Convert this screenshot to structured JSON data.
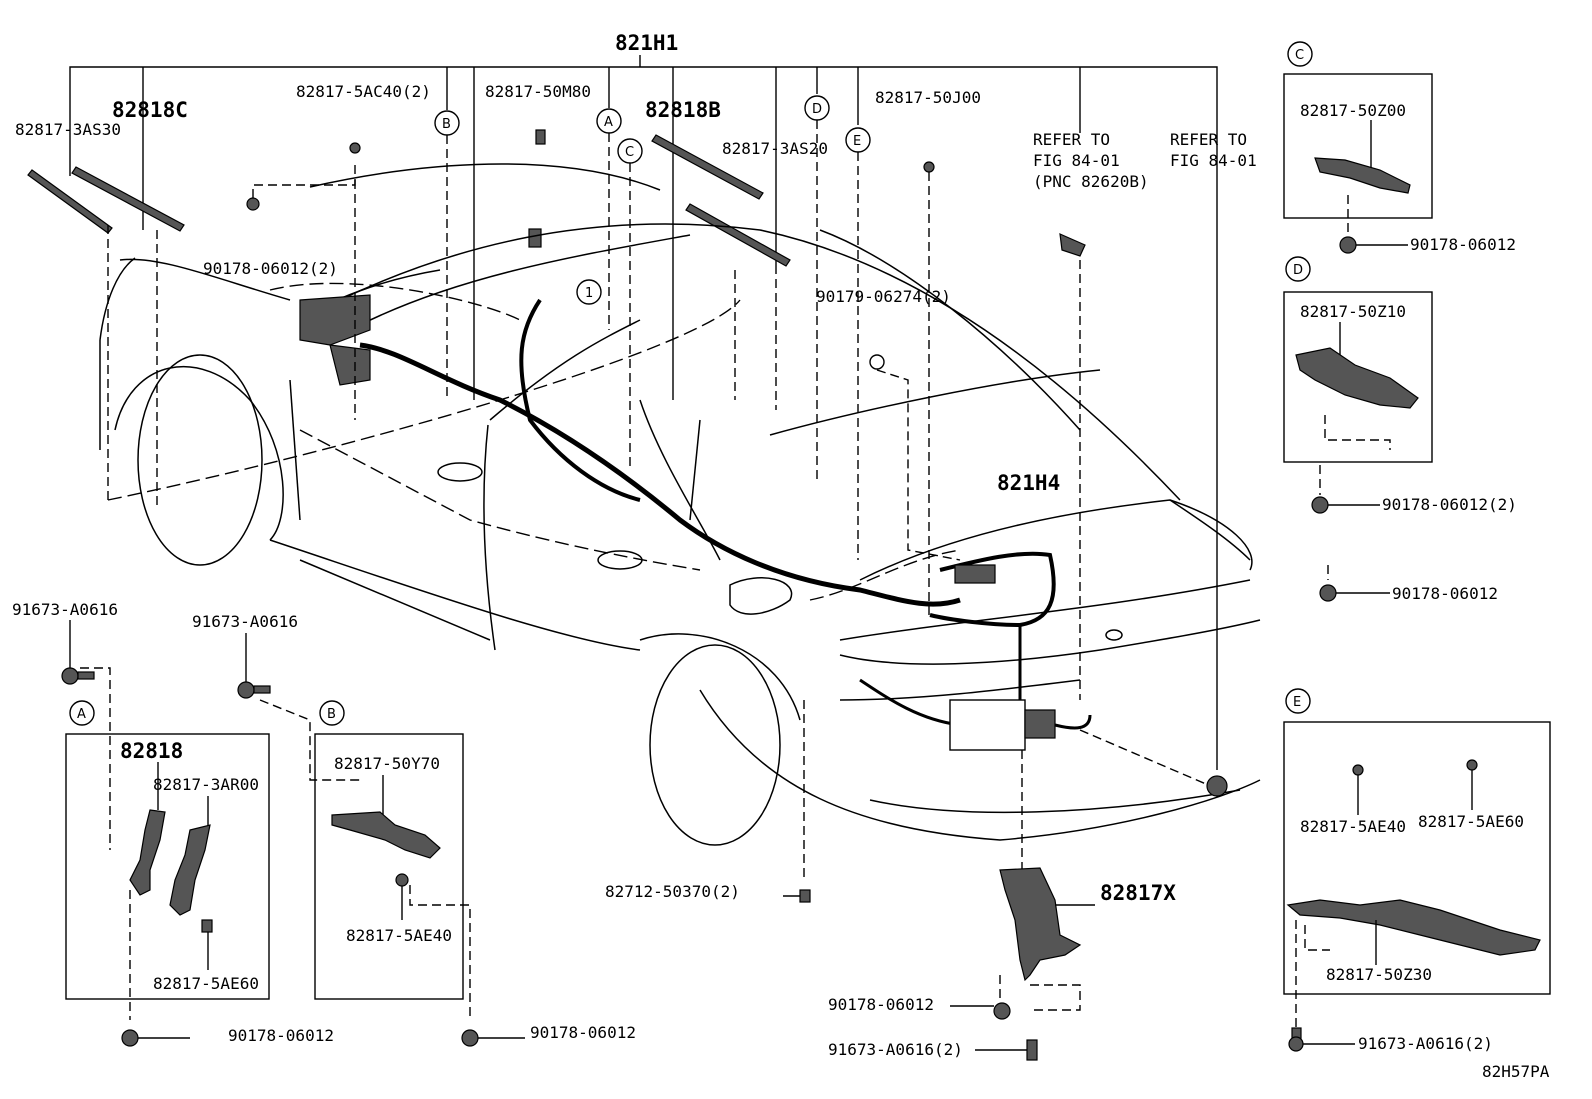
{
  "diagram_id": "82H57PA",
  "callouts": {
    "c821H1": "821H1",
    "c82818C": "82818C",
    "c82817_3AS30": "82817-3AS30",
    "c82817_5AC40": "82817-5AC40(2)",
    "c82817_50M80": "82817-50M80",
    "c82818B": "82818B",
    "c82817_3AS20": "82817-3AS20",
    "c82817_50J00": "82817-50J00",
    "c90178_a": "90178-06012(2)",
    "c90179": "90179-06274(2)",
    "refer1_a": "REFER TO",
    "refer1_b": "FIG 84-01",
    "refer1_c": "(PNC 82620B)",
    "refer2_a": "REFER TO",
    "refer2_b": "FIG 84-01",
    "c821H4": "821H4",
    "c91673_left": "91673-A0616",
    "c91673_mid": "91673-A0616",
    "c82712": "82712-50370(2)",
    "c82817X": "82817X",
    "c90178_bot": "90178-06012",
    "c91673_bot": "91673-A0616(2)",
    "c90178_right": "90178-06012",
    "c90178_A": "90178-06012",
    "c90178_B": "90178-06012"
  },
  "circle_markers": {
    "A": "A",
    "B": "B",
    "C": "C",
    "D": "D",
    "E": "E",
    "one": "1"
  },
  "inset_A": {
    "label": "A",
    "title": "82818",
    "p1": "82817-3AR00",
    "p2": "82817-5AE60"
  },
  "inset_B": {
    "label": "B",
    "p1": "82817-50Y70",
    "p2": "82817-5AE40"
  },
  "inset_C": {
    "label": "C",
    "p1": "82817-50Z00",
    "clip": "90178-06012"
  },
  "inset_D": {
    "label": "D",
    "p1": "82817-50Z10",
    "clip": "90178-06012(2)"
  },
  "inset_E": {
    "label": "E",
    "p1": "82817-5AE40",
    "p2": "82817-5AE60",
    "p3": "82817-50Z30",
    "bolt": "91673-A0616(2)"
  }
}
